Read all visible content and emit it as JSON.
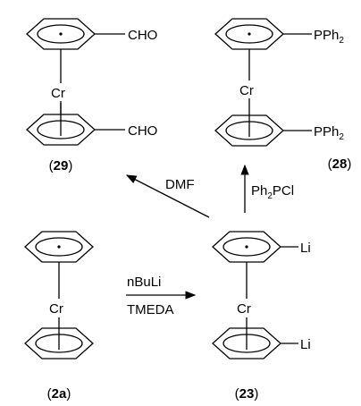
{
  "substituents": {
    "cho": "CHO",
    "pph2_main": "PPh",
    "pph2_sub": "2",
    "li": "Li"
  },
  "metal": "Cr",
  "compounds": {
    "c29": "29",
    "c28": "28",
    "c2a": "2a",
    "c23": "23"
  },
  "reagents": {
    "dmf": "DMF",
    "ph2pcl_a": "Ph",
    "ph2pcl_sub": "2",
    "ph2pcl_b": "PCl",
    "nbuli": "nBuLi",
    "tmeda": "TMEDA"
  }
}
